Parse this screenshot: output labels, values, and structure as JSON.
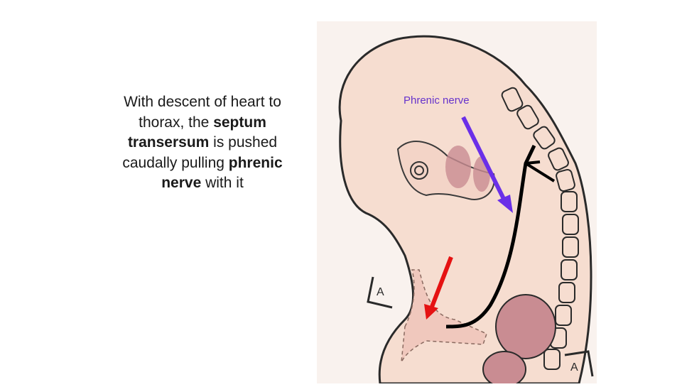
{
  "caption": {
    "seg1": "With descent of heart to thorax, the ",
    "seg2": "septum transersum",
    "seg3": " is pushed caudally pulling ",
    "seg4": "phrenic nerve",
    "seg5": " with it"
  },
  "figure": {
    "label_phrenic": "Phrenic nerve",
    "marker_a_upper": "A",
    "marker_a_lower": "A",
    "colors": {
      "embryo_fill": "#f6ddd0",
      "embryo_outline": "#2a2a2a",
      "somite_fill": "#c98c92",
      "septum_fill": "#f0c8bd",
      "blue_arrow": "#6a2fe8",
      "red_arrow": "#e51212",
      "nerve_path": "#000000"
    }
  }
}
